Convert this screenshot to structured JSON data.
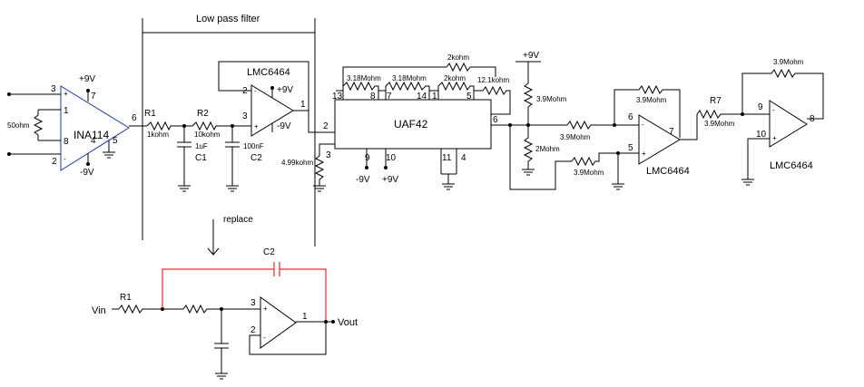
{
  "filter": {
    "title": "Low pass filter",
    "replace": "replace"
  },
  "colors": {
    "wire": "#000000",
    "replacement_highlight": "#e00000",
    "ina_outline": "#2038a0"
  },
  "ina": {
    "name": "INA114",
    "pos": "+9V",
    "neg": "-9V",
    "rg": "50ohm",
    "pin3": "3",
    "pin1": "1",
    "pin8": "8",
    "pin2": "2",
    "pin7": "7",
    "pin4": "4",
    "pin5": "5",
    "pin6": "6"
  },
  "lpf": {
    "r1": "R1",
    "r1v": "1kohm",
    "r2": "R2",
    "r2v": "10kohm",
    "c1": "C1",
    "c1v": "1uF",
    "c2": "C2",
    "c2v": "100nF",
    "opamp": "LMC6464",
    "pos": "+9V",
    "neg": "-9V",
    "pin2": "2",
    "pin3": "3",
    "pin1": "1"
  },
  "uaf": {
    "name": "UAF42",
    "r13_8": "3.18Mohm",
    "r7_14": "3.18Mohm",
    "r1_5": "2kohm",
    "rtop": "2kohm",
    "r12": "12.1kohm",
    "rin": "4.99kohm",
    "p13": "13",
    "p8": "8",
    "p7": "7",
    "p14": "14",
    "p1": "1",
    "p5": "5",
    "p2": "2",
    "p3": "3",
    "p6": "6",
    "p9": "9",
    "p10": "10",
    "p11": "11",
    "p4": "4",
    "neg": "-9V",
    "pos": "+9V"
  },
  "stage3": {
    "supply": "+9V",
    "rtop": "3.9Mohm",
    "rbot": "2Mohm",
    "r_in": "3.9Mohm",
    "r_fb": "3.9Mohm",
    "r_ref": "3.9Mohm",
    "opamp": "LMC6464",
    "p6": "6",
    "p5": "5",
    "p7": "7"
  },
  "stage4": {
    "r7": "R7",
    "r7v": "3.9Mohm",
    "r_fb": "3.9Mohm",
    "opamp": "LMC6464",
    "p9": "9",
    "p10": "10",
    "p8": "8"
  },
  "replacement": {
    "vin": "Vin",
    "r1": "R1",
    "c2": "C2",
    "vout": "Vout",
    "p3": "3",
    "p2": "2",
    "p1": "1"
  }
}
